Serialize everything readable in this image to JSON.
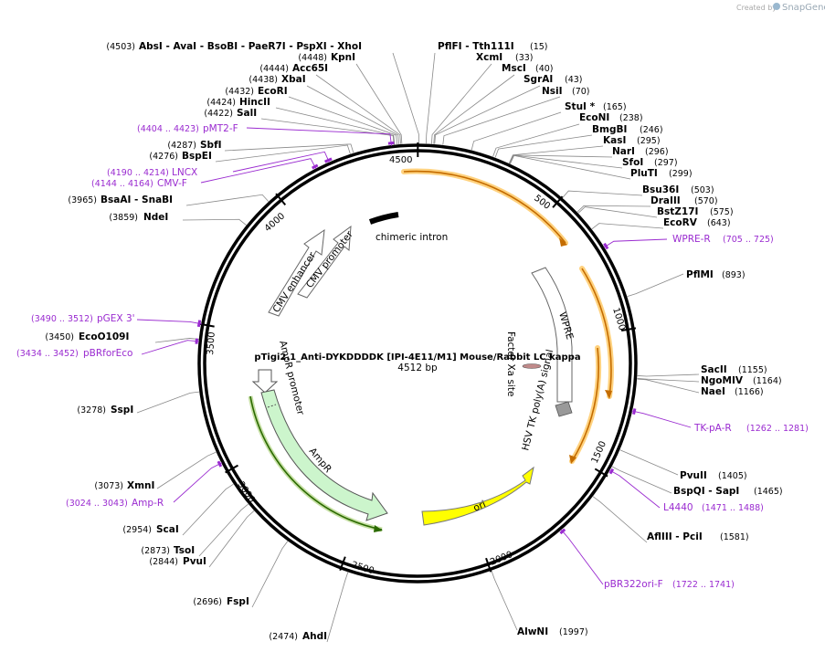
{
  "credit": {
    "prefix": "Created by",
    "brand": "SnapGene"
  },
  "plasmid": {
    "name": "pTigi2.1_Anti-DYKDDDDK [IPI-4E11/M1] Mouse/Rabbit LC kappa",
    "length_label": "4512 bp",
    "length": 4512
  },
  "ticks": [
    "500",
    "1000",
    "1500",
    "2000",
    "2500",
    "3000",
    "3500",
    "4000",
    "4500"
  ],
  "sites": [
    {
      "text": "AbsI  -  AvaI  -  BsoBI  -  PaeR7I  -  PspXI  -  XhoI",
      "pos": "(4503)"
    },
    {
      "text": "KpnI",
      "pos": "(4448)"
    },
    {
      "text": "Acc65I",
      "pos": "(4444)"
    },
    {
      "text": "XbaI",
      "pos": "(4438)"
    },
    {
      "text": "EcoRI",
      "pos": "(4432)"
    },
    {
      "text": "HincII",
      "pos": "(4424)"
    },
    {
      "text": "SalI",
      "pos": "(4422)"
    },
    {
      "text": "SbfI",
      "pos": "(4287)"
    },
    {
      "text": "BspEI",
      "pos": "(4276)"
    },
    {
      "text": "BsaAI  -  SnaBI",
      "pos": "(3965)"
    },
    {
      "text": "NdeI",
      "pos": "(3859)"
    },
    {
      "text": "EcoO109I",
      "pos": "(3450)"
    },
    {
      "text": "SspI",
      "pos": "(3278)"
    },
    {
      "text": "XmnI",
      "pos": "(3073)"
    },
    {
      "text": "ScaI",
      "pos": "(2954)"
    },
    {
      "text": "TsoI",
      "pos": "(2873)"
    },
    {
      "text": "PvuI",
      "pos": "(2844)"
    },
    {
      "text": "FspI",
      "pos": "(2696)"
    },
    {
      "text": "AhdI",
      "pos": "(2474)"
    },
    {
      "text": "PflFI  -  Tth111I",
      "pos": "(15)"
    },
    {
      "text": "XcmI",
      "pos": "(33)"
    },
    {
      "text": "MscI",
      "pos": "(40)"
    },
    {
      "text": "SgrAI",
      "pos": "(43)"
    },
    {
      "text": "NsiI",
      "pos": "(70)"
    },
    {
      "text": "StuI *",
      "pos": "(165)"
    },
    {
      "text": "EcoNI",
      "pos": "(238)"
    },
    {
      "text": "BmgBI",
      "pos": "(246)"
    },
    {
      "text": "KasI",
      "pos": "(295)"
    },
    {
      "text": "NarI",
      "pos": "(296)"
    },
    {
      "text": "SfoI",
      "pos": "(297)"
    },
    {
      "text": "PluTI",
      "pos": "(299)"
    },
    {
      "text": "Bsu36I",
      "pos": "(503)"
    },
    {
      "text": "DraIII",
      "pos": "(570)"
    },
    {
      "text": "BstZ17I",
      "pos": "(575)"
    },
    {
      "text": "EcoRV",
      "pos": "(643)"
    },
    {
      "text": "PflMI",
      "pos": "(893)"
    },
    {
      "text": "SacII",
      "pos": "(1155)"
    },
    {
      "text": "NgoMIV",
      "pos": "(1164)"
    },
    {
      "text": "NaeI",
      "pos": "(1166)"
    },
    {
      "text": "PvuII",
      "pos": "(1405)"
    },
    {
      "text": "BspQI  -  SapI",
      "pos": "(1465)"
    },
    {
      "text": "AflIII  -  PciI",
      "pos": "(1581)"
    },
    {
      "text": "AlwNI",
      "pos": "(1997)"
    }
  ],
  "primers": [
    {
      "name": "pMT2-F",
      "range": "(4404 .. 4423)"
    },
    {
      "name": "LNCX",
      "range": "(4190 .. 4214)"
    },
    {
      "name": "CMV-F",
      "range": "(4144 .. 4164)"
    },
    {
      "name": "pGEX 3'",
      "range": "(3490 .. 3512)"
    },
    {
      "name": "pBRforEco",
      "range": "(3434 .. 3452)"
    },
    {
      "name": "Amp-R",
      "range": "(3024 .. 3043)"
    },
    {
      "name": "WPRE-R",
      "range": "(705 .. 725)"
    },
    {
      "name": "TK-pA-R",
      "range": "(1262 .. 1281)"
    },
    {
      "name": "L4440",
      "range": "(1471 .. 1488)"
    },
    {
      "name": "pBR322ori-F",
      "range": "(1722 .. 1741)"
    }
  ],
  "features": {
    "chimeric_intron": "chimeric intron",
    "cmv_enhancer": "CMV enhancer",
    "cmv_promoter": "CMV promoter",
    "ampr_promoter": "AmpR promoter",
    "ampr": "AmpR",
    "ori": "ori",
    "wpre": "WPRE",
    "factor_xa": "Factor Xa site",
    "hsv_tk": "HSV TK poly(A) signal"
  },
  "colors": {
    "primer": "#9a2bd0",
    "ampr_fill": "#ccf5cc",
    "ori_fill": "#ffff00",
    "orf_stroke": "#c46c00",
    "orf_glow": "#ffd27f",
    "backbone": "#000000"
  }
}
